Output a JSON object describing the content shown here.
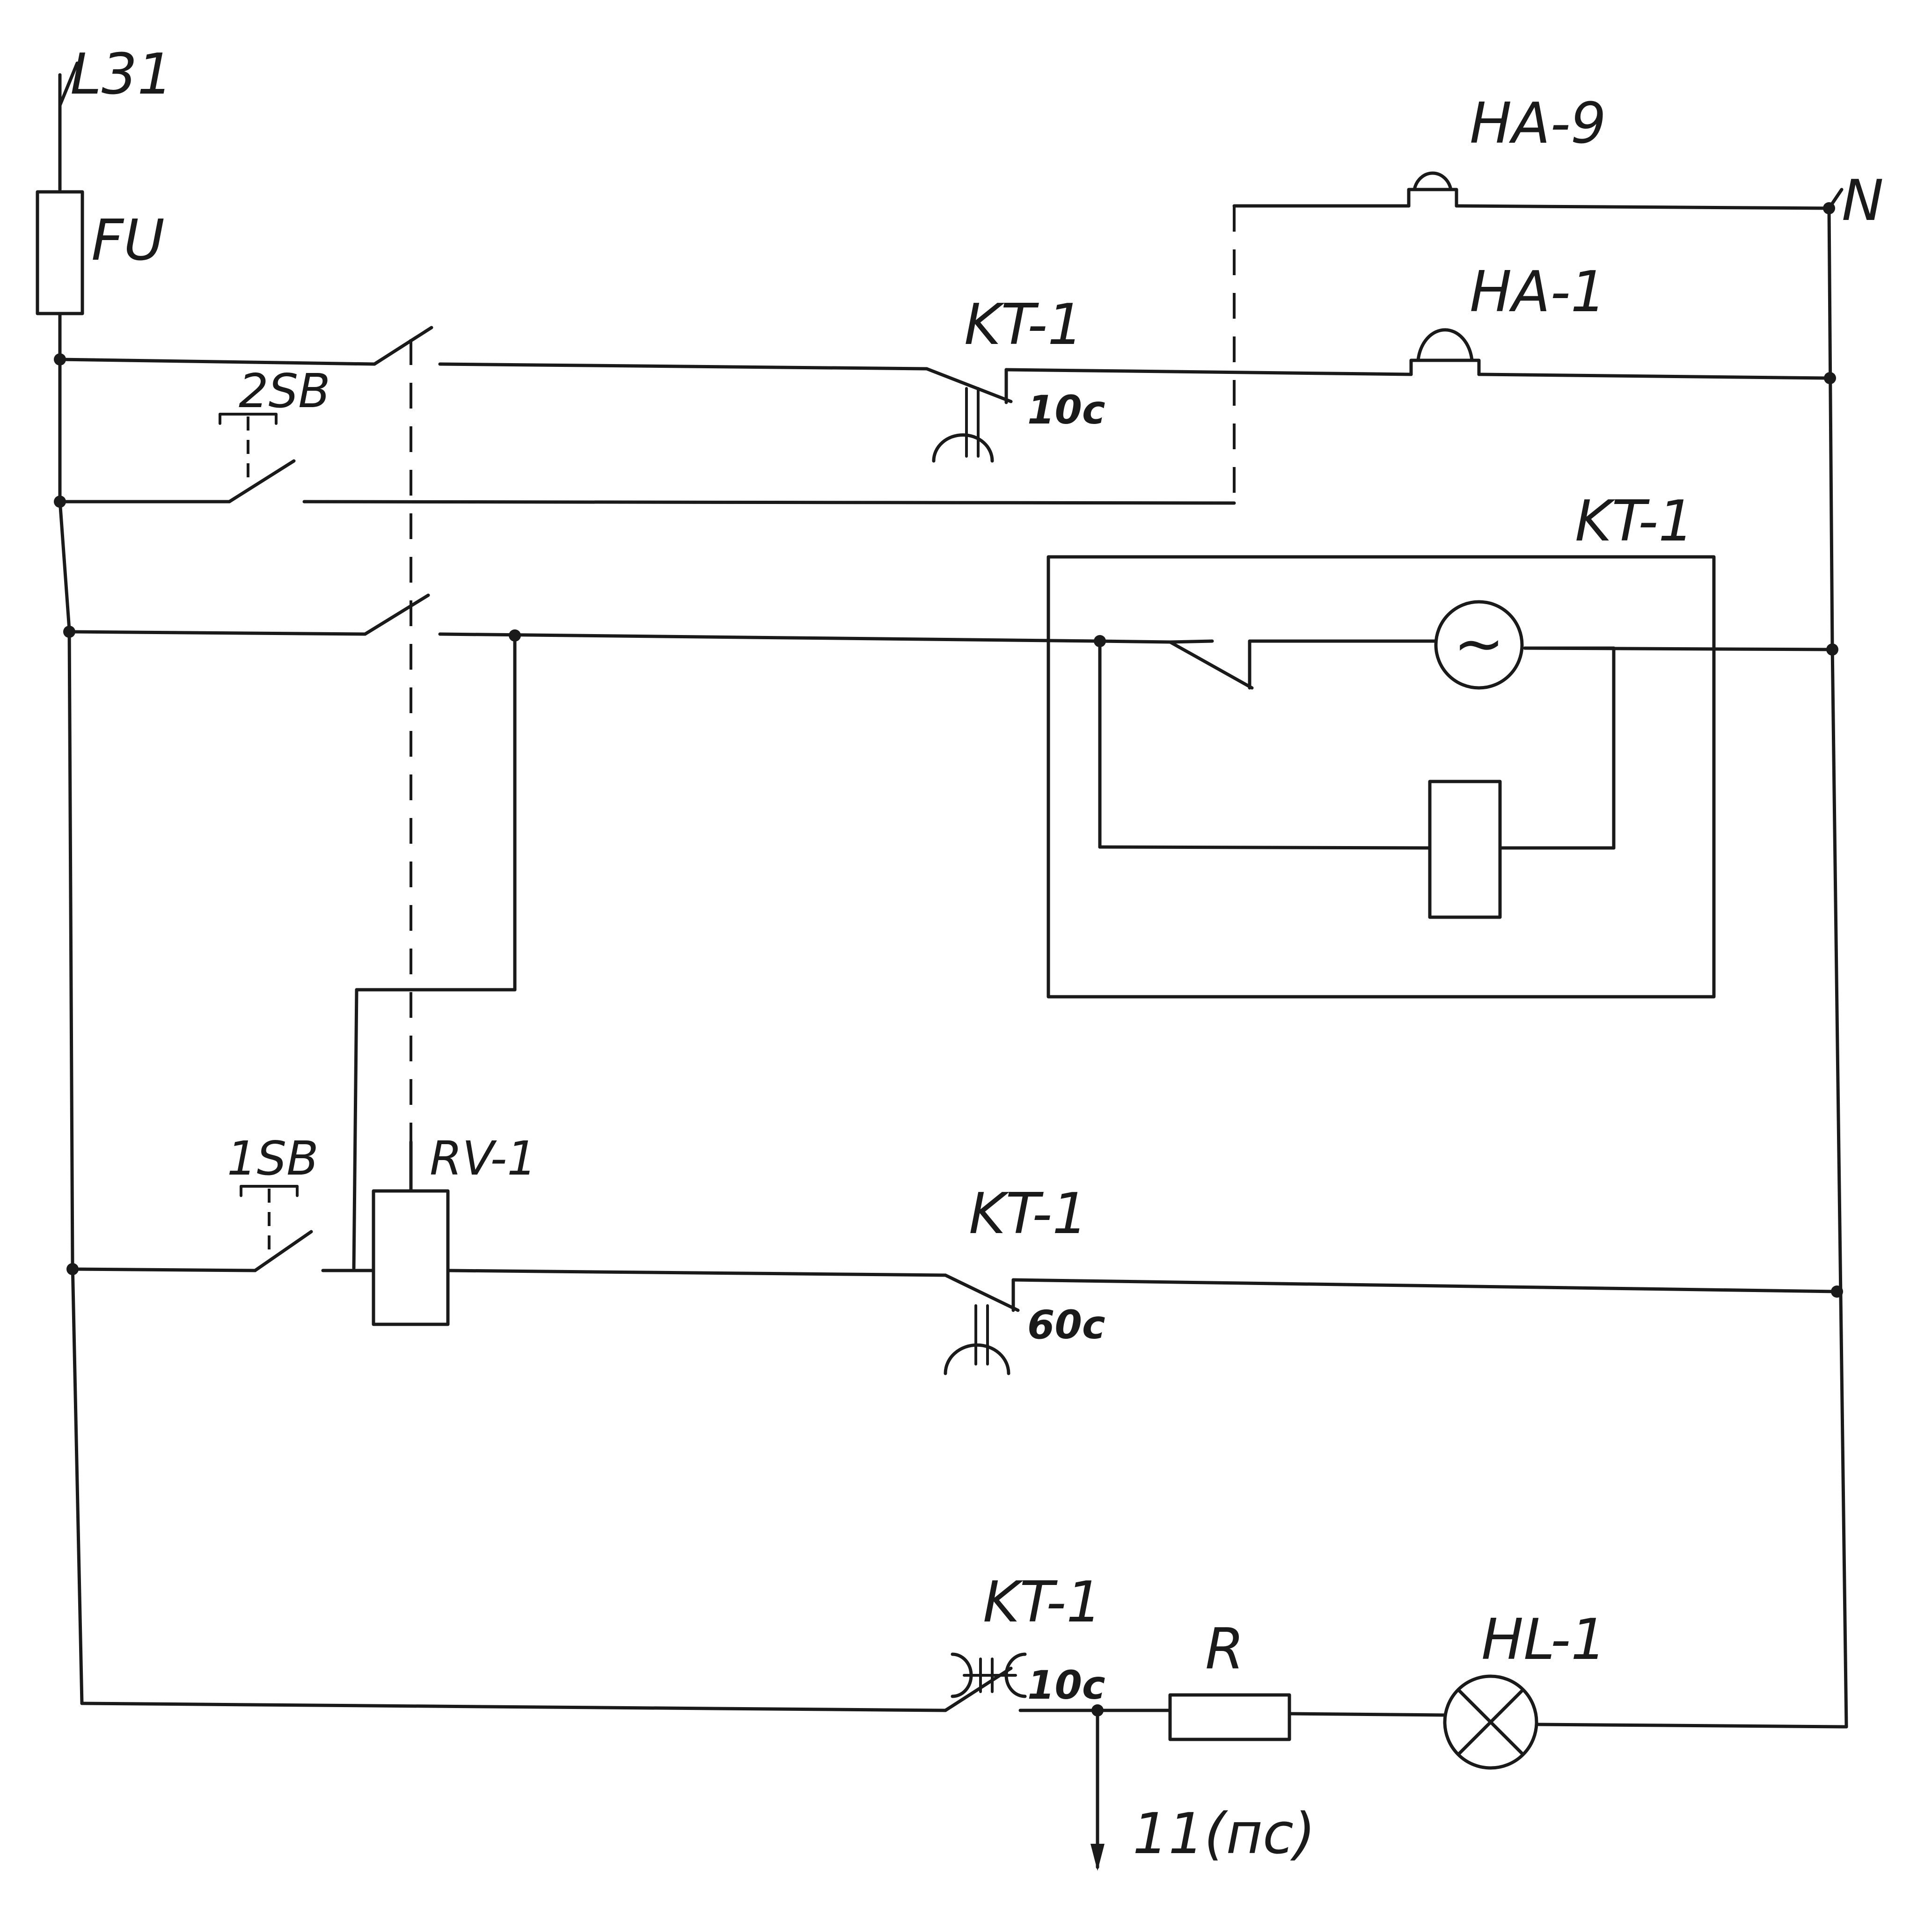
{
  "labels": {
    "supply": "L31",
    "neutral": "N",
    "fuse": "FU",
    "button_2": "2SB",
    "button_1": "1SB",
    "relay_rv": "RV-1",
    "timer_top": "KT-1",
    "timer_top_delay": "10c",
    "timer_box": "KT-1",
    "timer_mid": "KT-1",
    "timer_mid_delay": "60c",
    "timer_bottom": "KT-1",
    "timer_bottom_delay": "10c",
    "horn_9": "HA-9",
    "horn_1": "HA-1",
    "resistor": "R",
    "lamp": "HL-1",
    "output": "11(пс)",
    "motor_symbol": "~"
  }
}
